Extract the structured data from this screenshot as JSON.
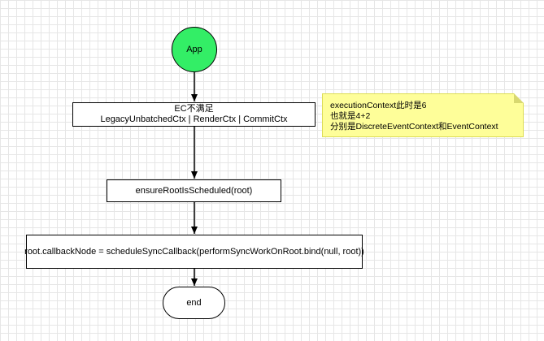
{
  "diagram": {
    "nodes": {
      "start": {
        "label": "App"
      },
      "ec_check": {
        "line1": "EC不满足",
        "line2": "LegacyUnbatchedCtx | RenderCtx | CommitCtx"
      },
      "ensure": {
        "label": "ensureRootIsScheduled(root)"
      },
      "schedule": {
        "label": "root.callbackNode = scheduleSyncCallback(performSyncWorkOnRoot.bind(null, root))"
      },
      "end": {
        "label": "end"
      }
    },
    "note": {
      "line1": "executionContext此时是6",
      "line2": "也就是4+2",
      "line3": "分别是DiscreteEventContext和EventContext"
    },
    "edges": [
      {
        "from": "start",
        "to": "ec_check"
      },
      {
        "from": "ec_check",
        "to": "ensure"
      },
      {
        "from": "ensure",
        "to": "schedule"
      },
      {
        "from": "schedule",
        "to": "end"
      }
    ],
    "colors": {
      "start_fill": "#33ee66",
      "note_fill": "#fefe99",
      "line": "#000000",
      "grid": "#e6e6e6"
    }
  }
}
